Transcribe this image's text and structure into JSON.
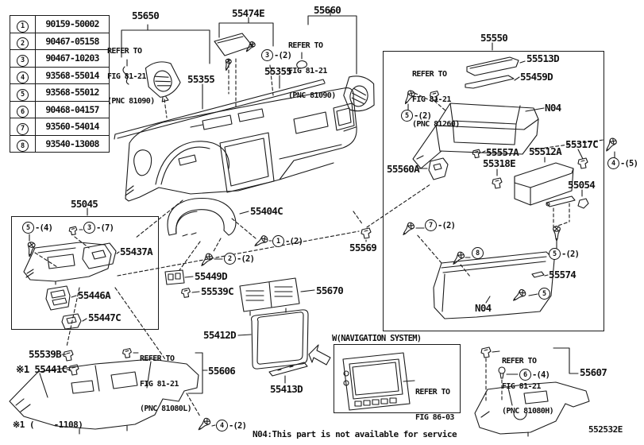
{
  "diagram": {
    "code": "552532E",
    "n04_note": "N04:This part is not available for service",
    "model_note": "※1 (    -1108)"
  },
  "fastener_table": {
    "rows": [
      {
        "ref": "1",
        "part": "90159-50002"
      },
      {
        "ref": "2",
        "part": "90467-05158"
      },
      {
        "ref": "3",
        "part": "90467-10203"
      },
      {
        "ref": "4",
        "part": "93568-55014"
      },
      {
        "ref": "5",
        "part": "93568-55012"
      },
      {
        "ref": "6",
        "part": "90468-04157"
      },
      {
        "ref": "7",
        "part": "93560-54014"
      },
      {
        "ref": "8",
        "part": "93540-13008"
      }
    ]
  },
  "labels": {
    "l55650": "55650",
    "l55474E": "55474E",
    "l55660": "55660",
    "l55355L": "55355",
    "l55355R": "55355",
    "l55550": "55550",
    "l55513D": "55513D",
    "l55459D": "55459D",
    "n04_upper": "N04",
    "l55557A": "55557A",
    "l55512A": "55512A",
    "l55317C": "55317C",
    "l55318E": "55318E",
    "l55560A": "55560A",
    "l55054": "55054",
    "l55569": "55569",
    "l55574": "55574",
    "n04_door": "N04",
    "l55045": "55045",
    "l55437A": "55437A",
    "l55446A": "55446A",
    "l55447C": "55447C",
    "l55404C": "55404C",
    "l55449D": "55449D",
    "l55539C": "55539C",
    "l55670": "55670",
    "l55412D": "55412D",
    "l55606": "55606",
    "l55413D": "55413D",
    "l55539B": "55539B",
    "l55441C": "※1 55441C",
    "l55607": "55607",
    "nav_system": "W(NAVIGATION SYSTEM)"
  },
  "refer_notes": {
    "r1": {
      "l1": "REFER TO",
      "l2": "FIG 81-21",
      "l3": "(PNC 81090)"
    },
    "r2": {
      "l1": "REFER TO",
      "l2": "FIG 81-21",
      "l3": "(PNC 81090)"
    },
    "r3": {
      "l1": "REFER TO",
      "l2": "FIG 81-21",
      "l3": "(PNC 81260)"
    },
    "r4": {
      "l1": "REFER TO",
      "l2": "FIG 81-21",
      "l3": "(PNC 81080L)"
    },
    "r5": {
      "l1": "REFER TO",
      "l2": "FIG 86-03",
      "l3": ""
    },
    "r6": {
      "l1": "REFER TO",
      "l2": "FIG 81-21",
      "l3": "(PNC 81080H)"
    }
  },
  "callouts": {
    "c3_top": {
      "num": "3",
      "suffix": "-(2)"
    },
    "c1": {
      "num": "1",
      "suffix": "-(2)"
    },
    "c2": {
      "num": "2",
      "suffix": "-(2)"
    },
    "c5_4": {
      "num": "5",
      "suffix": "-(4)"
    },
    "c3_7": {
      "num": "3",
      "suffix": "-(7)"
    },
    "c4_2": {
      "num": "4",
      "suffix": "-(2)"
    },
    "c5_box": {
      "num": "5",
      "suffix": "-(2)"
    },
    "c7": {
      "num": "7",
      "suffix": "-(2)"
    },
    "c8": {
      "num": "8",
      "suffix": ""
    },
    "c5_damper": {
      "num": "5",
      "suffix": "-(2)"
    },
    "c5_door": {
      "num": "5",
      "suffix": ""
    },
    "c4_5": {
      "num": "4",
      "suffix": "-(5)"
    },
    "c6": {
      "num": "6",
      "suffix": "-(4)"
    }
  }
}
